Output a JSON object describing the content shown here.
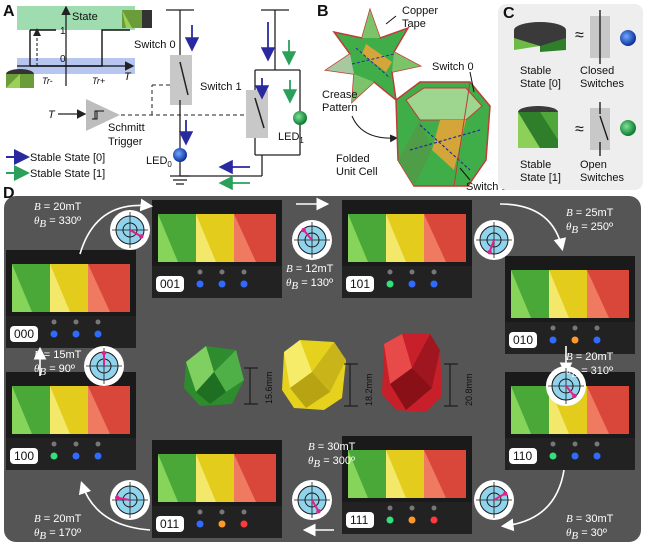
{
  "panels": {
    "a": "A",
    "b": "B",
    "c": "C",
    "d": "D"
  },
  "panel_a": {
    "state_axis": "State",
    "tick_1": "1",
    "tick_0": "0",
    "t_axis": "T",
    "tr_minus": "Tr-",
    "tr_plus": "Tr+",
    "t_input": "T",
    "schmitt_line1": "Schmitt",
    "schmitt_line2": "Trigger",
    "switch0": "Switch 0",
    "switch1": "Switch 1",
    "led0": "LED",
    "led0_sub": "0",
    "led1": "LED",
    "led1_sub": "1",
    "legend_state0": "Stable State [0]",
    "legend_state1": "Stable State [1]",
    "color_state0": "#2a2aa0",
    "color_state1": "#2aa05a"
  },
  "panel_b": {
    "copper_tape_line1": "Copper",
    "copper_tape_line2": "Tape",
    "crease_line1": "Crease",
    "crease_line2": "Pattern",
    "switch0": "Switch 0",
    "folded_line1": "Folded",
    "folded_line2": "Unit Cell",
    "switch1": "Switch 1"
  },
  "panel_c": {
    "approx": "≈",
    "stable0_line1": "Stable",
    "stable0_line2": "State [0]",
    "closed_line1": "Closed",
    "closed_line2": "Switches",
    "stable1_line1": "Stable",
    "stable1_line2": "State [1]",
    "open_line1": "Open",
    "open_line2": "Switches"
  },
  "panel_d": {
    "states": [
      {
        "code": "000",
        "leds": [
          "blue",
          "blue",
          "blue"
        ]
      },
      {
        "code": "001",
        "leds": [
          "blue",
          "blue",
          "blue"
        ]
      },
      {
        "code": "101",
        "leds": [
          "green",
          "blue",
          "blue"
        ]
      },
      {
        "code": "010",
        "leds": [
          "blue",
          "orange",
          "blue"
        ]
      },
      {
        "code": "110",
        "leds": [
          "green",
          "blue",
          "blue"
        ]
      },
      {
        "code": "111",
        "leds": [
          "green",
          "orange",
          "red"
        ]
      },
      {
        "code": "011",
        "leds": [
          "blue",
          "orange",
          "red"
        ]
      },
      {
        "code": "100",
        "leds": [
          "green",
          "blue",
          "blue"
        ]
      }
    ],
    "fields": [
      {
        "b": "= 20mT",
        "theta": "= 330º",
        "angle_deg": 330
      },
      {
        "b": "= 12mT",
        "theta": "= 130º",
        "angle_deg": 130
      },
      {
        "b": "= 25mT",
        "theta": "= 250º",
        "angle_deg": 250
      },
      {
        "b": "= 20mT",
        "theta": "= 310º",
        "angle_deg": 310
      },
      {
        "b": "= 30mT",
        "theta": "= 30º",
        "angle_deg": 30
      },
      {
        "b": "= 30mT",
        "theta": "= 300º",
        "angle_deg": 300
      },
      {
        "b": "= 20mT",
        "theta": "= 170º",
        "angle_deg": 170
      },
      {
        "b": "= 15mT",
        "theta": "= 90º",
        "angle_deg": 90
      }
    ],
    "b_symbol": "B",
    "theta_symbol": "θ",
    "theta_sub": "B",
    "heights": [
      "15.6mm",
      "18.2mm",
      "20.8mm"
    ]
  }
}
